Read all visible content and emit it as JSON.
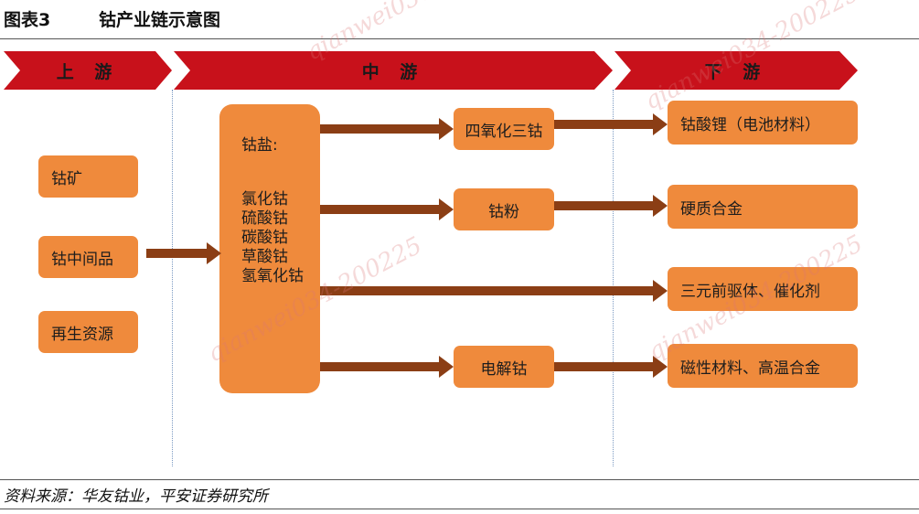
{
  "figure": {
    "label": "图表3",
    "title": "钴产业链示意图"
  },
  "stages": {
    "upstream": "上 游",
    "midstream": "中 游",
    "downstream": "下 游"
  },
  "upstream_items": [
    "钴矿",
    "钴中间品",
    "再生资源"
  ],
  "salt": {
    "heading": "钴盐:",
    "items": [
      "氯化钴",
      "硫酸钴",
      "碳酸钴",
      "草酸钴",
      "氢氧化钴"
    ]
  },
  "mid_products": [
    "四氧化三钴",
    "钴粉",
    "电解钴"
  ],
  "downstream_items": [
    "钴酸锂（电池材料）",
    "硬质合金",
    "三元前驱体、催化剂",
    "磁性材料、高温合金"
  ],
  "watermark": "qianwei034-200225",
  "source": "资料来源：华友钴业，平安证券研究所",
  "colors": {
    "banner_red": "#c8111b",
    "box_orange": "#ef8a3c",
    "arrow_brown": "#8b3e15",
    "divider_blue": "#7a99c2"
  }
}
